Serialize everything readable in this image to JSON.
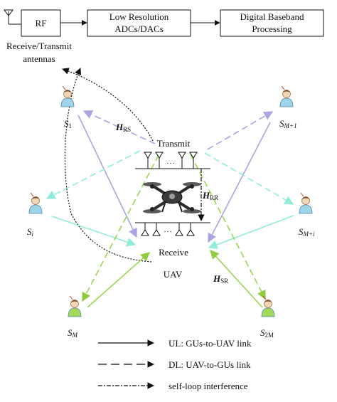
{
  "top_chain": {
    "rf": "RF",
    "adc": [
      "Low Resolution",
      "ADCs/DACs"
    ],
    "baseband": [
      "Digital Baseband",
      "Processing"
    ],
    "antennas_label": [
      "Receive/Transmit",
      "antennas"
    ]
  },
  "users": {
    "s1": {
      "base": "S",
      "sub": "1"
    },
    "si": {
      "base": "S",
      "sub": "i"
    },
    "sm": {
      "base": "S",
      "sub": "M"
    },
    "sm1": {
      "base": "S",
      "sub": "M+1"
    },
    "smi": {
      "base": "S",
      "sub": "M+i"
    },
    "s2m": {
      "base": "S",
      "sub": "2M"
    }
  },
  "uav": {
    "transmit": "Transmit",
    "receive": "Receive",
    "name": "UAV",
    "dots": "…"
  },
  "channels": {
    "hrs": {
      "base": "H",
      "sub": "RS"
    },
    "hrr": {
      "base": "H",
      "sub": "RR"
    },
    "hsr": {
      "base": "H",
      "sub": "SR"
    }
  },
  "legend": {
    "ul": "UL: GUs-to-UAV link",
    "dl": "DL: UAV-to-GUs link",
    "loop": "self-loop interference"
  },
  "colors": {
    "purple": "#a9a5e2",
    "cyan": "#93ecd9",
    "green": "#99d650",
    "dark": "#111111",
    "user_body": "#9ed5ea",
    "user_body_green": "#a5d95a"
  }
}
